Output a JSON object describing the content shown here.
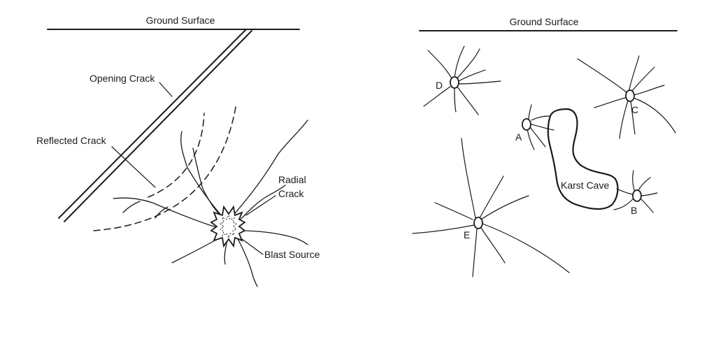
{
  "left_panel": {
    "ground_label": "Ground Surface",
    "opening_crack_label": "Opening Crack",
    "reflected_crack_label": "Reflected Crack",
    "radial_crack_label_line1": "Radial",
    "radial_crack_label_line2": "Crack",
    "blast_source_label": "Blast Source"
  },
  "right_panel": {
    "ground_label": "Ground Surface",
    "karst_cave_label": "Karst Cave",
    "points": [
      "A",
      "B",
      "C",
      "D",
      "E"
    ]
  }
}
